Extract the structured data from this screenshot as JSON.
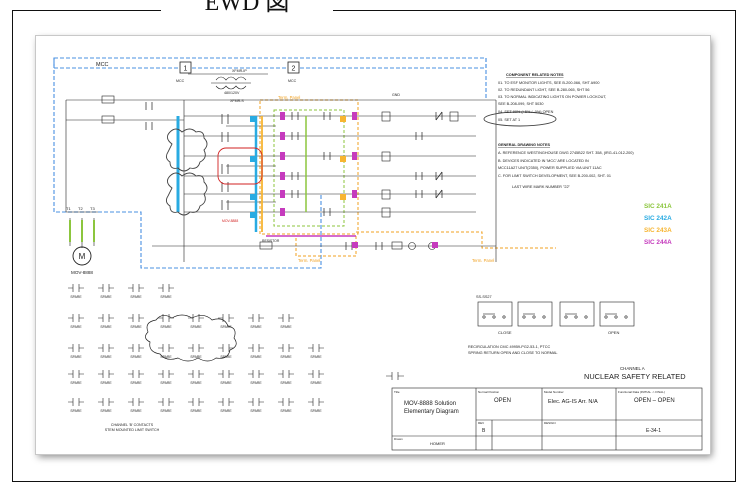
{
  "frame_title": "EWD 図",
  "colors": {
    "mcc_box": "#4a90e2",
    "term_panel": "#f0a020",
    "sic_241a": "#8cc63e",
    "sic_242a": "#29abe2",
    "sic_243a": "#f7b531",
    "sic_244a": "#c53bbd",
    "revision_cloud": "#d22222",
    "wire": "#222222"
  },
  "labels": {
    "mcc": "MCC",
    "motor": "M",
    "motor_tag": "MOV-8888",
    "t1": "T1",
    "t2": "T2",
    "t3": "T3",
    "term_panel_top": "Term. Panel",
    "term_panel_bottom": "Term. Panel",
    "term_panel_left": "Term. Panel",
    "box1": "1",
    "box2": "2",
    "mcc_left": "MCC",
    "mcc_right": "MCC",
    "xfmr": "XFMR-IP",
    "xfmr_rating": "480/120V",
    "xfmr_mcc": "XFMR-S",
    "gnd": "GND",
    "resistor": "RESISTOR",
    "mov_8888": "MOV-8888",
    "close_label": "CLOSE",
    "open_label": "OPEN",
    "ss_label": "SS-SS27",
    "spring_note_1": "RECIRCULATION CMC 49959-PG2-53-1, PTCC",
    "spring_note_2": "SPRING RETURN OPEN AND CLOSE TO NORMAL",
    "channel": "CHANNEL A",
    "nuclear": "NUCLEAR SAFETY RELATED",
    "contacts_1": "CHANNEL 'B' CONTACTS",
    "contacts_2": "STEM MOUNTED LIMIT SWITCH",
    "spare": "SPARE"
  },
  "notes": {
    "component_title": "COMPONENT RELATED NOTES",
    "component": [
      "01. TO ESF MONITOR LIGHTS, SEE B-200-066, SHT A900",
      "02. TO REDUNDANT LIGHT, SEE B-280-065, SHT 56",
      "03. TO NORMAL INDICATING LIGHTS ON POWER LOCKOUT,",
      "    SEE B-208-099, SHT 5030",
      "04. SET 90% (+5% / -0%) OPEN",
      "05. SET AT 1"
    ],
    "general_title": "GENERAL DRAWING NOTES",
    "general": [
      "A. REFERENCE WESTINGHOUSE DWG 2745B22 SHT. 358, (IRG-41-012-200)",
      "B. DEVICES INDICATED IN 'MCC' ARE LOCATED IN",
      "   MCC11A27 UNIT(2350), POWER SUPPLIED VIA UNIT 11AC",
      "C. FOR LIMIT SWITCH DEVELOPMENT, SEE B-200-002, SHT. 01"
    ],
    "last_wire": "LAST WIRE MARK NUMBER \"22\""
  },
  "legend": [
    {
      "label": "SIC 241A",
      "color": "#8cc63e"
    },
    {
      "label": "SIC 242A",
      "color": "#29abe2"
    },
    {
      "label": "SIC 243A",
      "color": "#f7b531"
    },
    {
      "label": "SIC 244A",
      "color": "#c53bbd"
    }
  ],
  "title_block": {
    "title_header": "Title",
    "title_1": "MOV-8888 Solution",
    "title_2": "Elementary Diagram",
    "normal_pos_header": "Normal Position",
    "normal_pos": "OPEN",
    "model_header": "Model Number",
    "model": "Elec. AG-IS  Arr. N/A",
    "func_header": "Functional Data   (INITIAL -> FINAL)",
    "func": "OPEN – OPEN",
    "drawn_by_header": "Drawn",
    "drawn_by": "HOMER",
    "rev_header": "REV",
    "rev": "B",
    "sheet_no": "E-34-1",
    "design_header": "DESIGN"
  }
}
